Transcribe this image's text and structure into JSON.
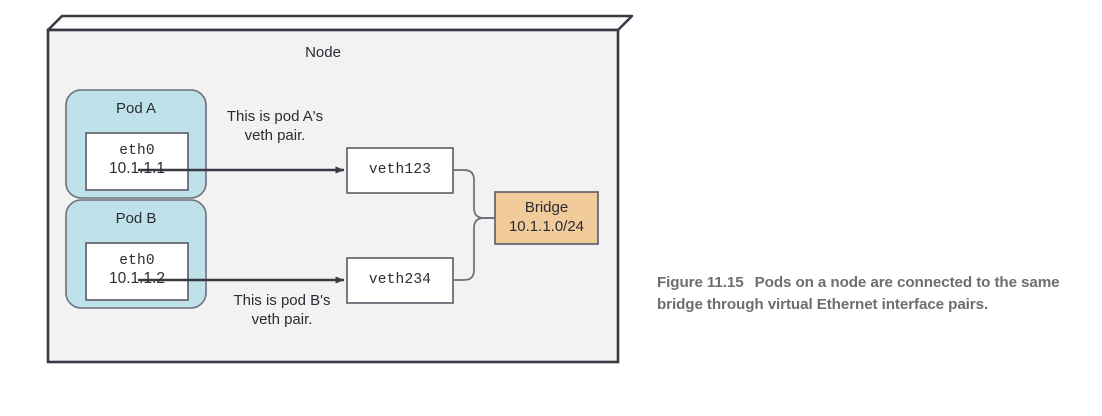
{
  "figure": {
    "caption_number": "Figure 11.15",
    "caption_text": "Pods on a node are connected to the same bridge through virtual Ethernet interface pairs."
  },
  "diagram": {
    "node": {
      "label": "Node"
    },
    "pods": [
      {
        "title": "Pod A",
        "interface": "eth0",
        "ip": "10.1.1.1",
        "annotation": "This is pod A's\nveth pair."
      },
      {
        "title": "Pod B",
        "interface": "eth0",
        "ip": "10.1.1.2",
        "annotation": "This is pod B's\nveth pair."
      }
    ],
    "veths": [
      {
        "label": "veth123"
      },
      {
        "label": "veth234"
      }
    ],
    "bridge": {
      "title": "Bridge",
      "cidr": "10.1.1.0/24"
    },
    "colors": {
      "node_fill": "#f2f2f2",
      "node_stroke": "#3a3a44",
      "pod_fill": "#bfe1ea",
      "pod_stroke": "#6e6e78",
      "box_fill": "#ffffff",
      "box_stroke": "#5a5a66",
      "bridge_fill": "#f2cb9b",
      "bridge_stroke": "#5a5a66",
      "connector": "#6e6e78",
      "arrow": "#3a3a44",
      "text": "#2b2b33",
      "caption_text": "#6e6e6e"
    }
  }
}
